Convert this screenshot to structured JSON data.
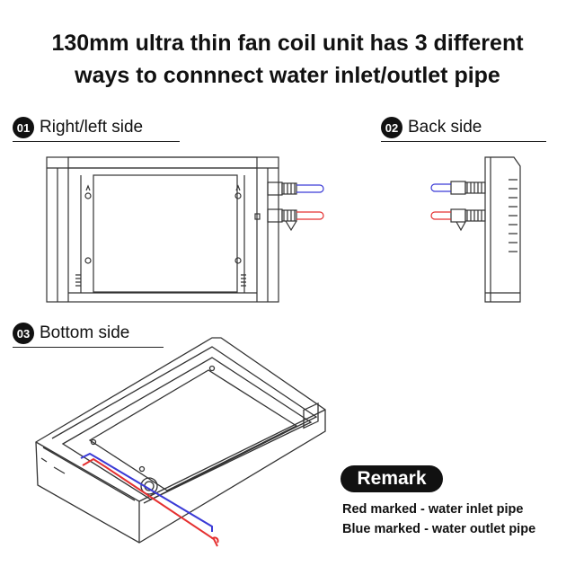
{
  "title": {
    "line1": "130mm ultra thin fan coil unit has 3 different",
    "line2": "ways to connnect water inlet/outlet pipe"
  },
  "sections": [
    {
      "number": "01",
      "label": "Right/left side"
    },
    {
      "number": "02",
      "label": "Back side"
    },
    {
      "number": "03",
      "label": "Bottom side"
    }
  ],
  "remark": {
    "title": "Remark",
    "lines": [
      "Red marked - water inlet pipe",
      "Blue marked - water outlet pipe"
    ]
  },
  "colors": {
    "inlet_pipe": "#e53030",
    "outlet_pipe": "#3a3ad6",
    "line": "#333333",
    "badge_bg": "#111111"
  }
}
